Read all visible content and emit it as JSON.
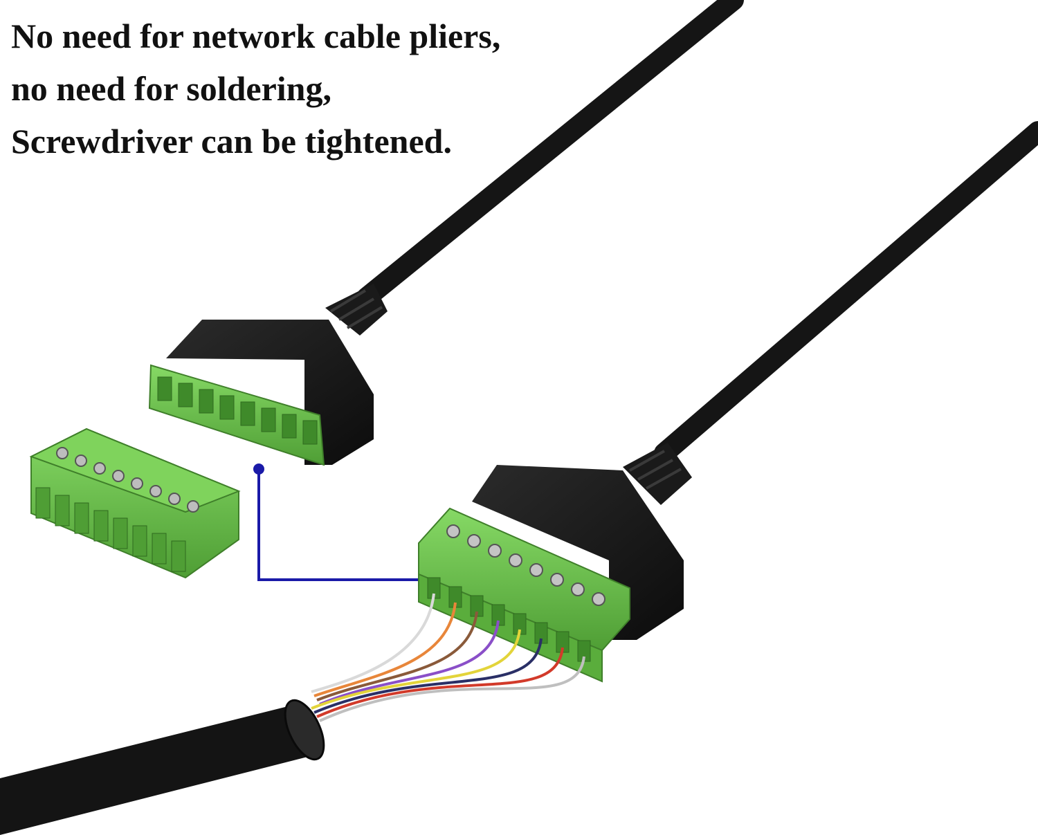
{
  "caption": {
    "line1": "No need for network cable pliers,",
    "line2": "no need for soldering,",
    "line3": "Screwdriver can be tightened."
  },
  "colors": {
    "background": "#ffffff",
    "cable": "#151515",
    "connector_green": "#6cc24a",
    "pointer_line": "#1a1aa8",
    "text": "#111111"
  },
  "connector": {
    "pin_count": 8
  },
  "wire_colors": [
    "#d9d9d9",
    "#e8863a",
    "#8a5a3a",
    "#8a4fc8",
    "#e3d43a",
    "#2a2f66",
    "#d23a2a",
    "#bfbfbf"
  ]
}
